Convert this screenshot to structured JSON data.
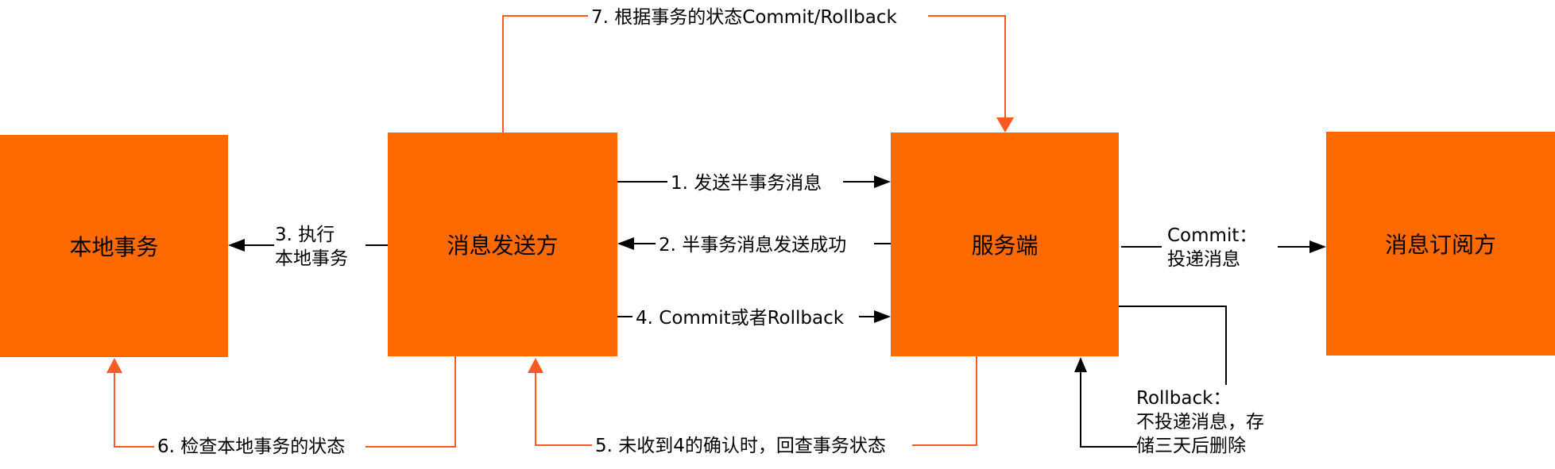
{
  "colors": {
    "box": "#ff6a00",
    "arrow_orange": "#ff5a1f",
    "arrow_black": "#000000"
  },
  "nodes": {
    "local_tx": "本地事务",
    "producer": "消息发送方",
    "broker": "服务端",
    "subscriber": "消息订阅方"
  },
  "steps": {
    "s1": "1. 发送半事务消息",
    "s2": "2. 半事务消息发送成功",
    "s3_line1": "3. 执行",
    "s3_line2": "本地事务",
    "s4": "4. Commit或者Rollback",
    "s5": "5. 未收到4的确认时，回查事务状态",
    "s6": "6. 检查本地事务的状态",
    "s7": "7. 根据事务的状态Commit/Rollback"
  },
  "outcomes": {
    "commit_line1": "Commit：",
    "commit_line2": "投递消息",
    "rollback_line1": "Rollback：",
    "rollback_line2": "不投递消息，存",
    "rollback_line3": "储三天后删除"
  }
}
